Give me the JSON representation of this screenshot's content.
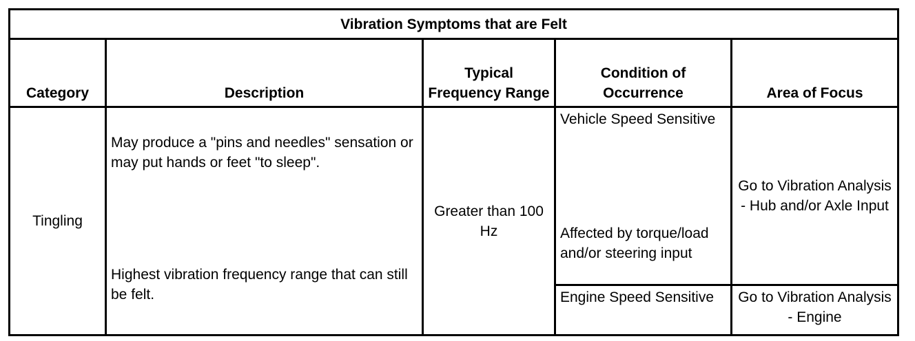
{
  "table": {
    "title": "Vibration Symptoms that are Felt",
    "headers": {
      "category": "Category",
      "description": "Description",
      "frequency": "Typical Frequency Range",
      "condition": "Condition of Occurrence",
      "focus": "Area of Focus"
    },
    "row": {
      "category": "Tingling",
      "description_1": "May produce a \"pins and needles\" sensation or may put hands or feet \"to sleep\".",
      "description_2": "Highest vibration frequency range that can still be felt.",
      "frequency": "Greater than 100 Hz",
      "conditions": [
        {
          "line_1": "Vehicle Speed Sensitive",
          "line_2": "Affected by torque/load and/or steering input",
          "focus": "Go to Vibration Analysis - Hub and/or Axle Input"
        },
        {
          "line_1": "Engine Speed Sensitive",
          "focus": "Go to Vibration Analysis - Engine"
        }
      ]
    }
  }
}
